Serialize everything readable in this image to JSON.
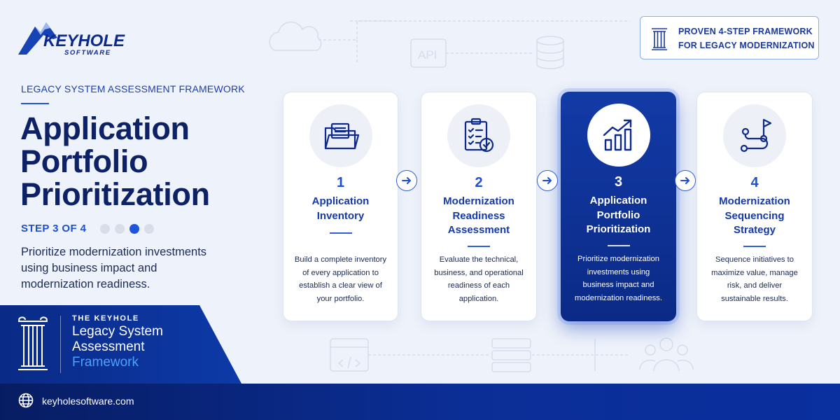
{
  "brand": {
    "logo_word": "KEYHOLE",
    "logo_sub": "SOFTWARE"
  },
  "header": {
    "eyebrow": "LEGACY SYSTEM ASSESSMENT FRAMEWORK",
    "title": "Application Portfolio Prioritization",
    "step_label": "STEP 3 OF 4",
    "step_current": 3,
    "step_total": 4,
    "description": "Prioritize modernization investments using business impact and modernization readiness."
  },
  "badge": {
    "line1": "PROVEN 4-STEP FRAMEWORK",
    "line2": "FOR LEGACY MODERNIZATION",
    "icon": "column-icon"
  },
  "banner": {
    "kicker": "THE KEYHOLE",
    "line1": "Legacy System",
    "line2": "Assessment",
    "line3": "Framework",
    "icon": "column-icon"
  },
  "background_icons": {
    "api_label": "API"
  },
  "steps": [
    {
      "number": "1",
      "title_lines": [
        "Application",
        "Inventory"
      ],
      "description_lines": [
        "Build a complete inventory",
        "of every application to",
        "establish a clear view of",
        "your portfolio."
      ],
      "icon": "folder-icon",
      "active": false
    },
    {
      "number": "2",
      "title_lines": [
        "Modernization",
        "Readiness",
        "Assessment"
      ],
      "description_lines": [
        "Evaluate the technical,",
        "business, and operational",
        "readiness of each",
        "application."
      ],
      "icon": "checklist-icon",
      "active": false
    },
    {
      "number": "3",
      "title_lines": [
        "Application",
        "Portfolio",
        "Prioritization"
      ],
      "description_lines": [
        "Prioritize modernization",
        "investments using",
        "business impact and",
        "modernization readiness."
      ],
      "icon": "growth-chart-icon",
      "active": true
    },
    {
      "number": "4",
      "title_lines": [
        "Modernization",
        "Sequencing",
        "Strategy"
      ],
      "description_lines": [
        "Sequence initiatives to",
        "maximize value, manage",
        "risk, and deliver",
        "sustainable results."
      ],
      "icon": "route-flag-icon",
      "active": false
    }
  ],
  "footer": {
    "url": "keyholesoftware.com",
    "icon": "globe-icon"
  },
  "colors": {
    "navy": "#0d2266",
    "accent_blue": "#1e4fd0",
    "light_blue": "#4ea0ff",
    "background": "#eef2fa"
  }
}
